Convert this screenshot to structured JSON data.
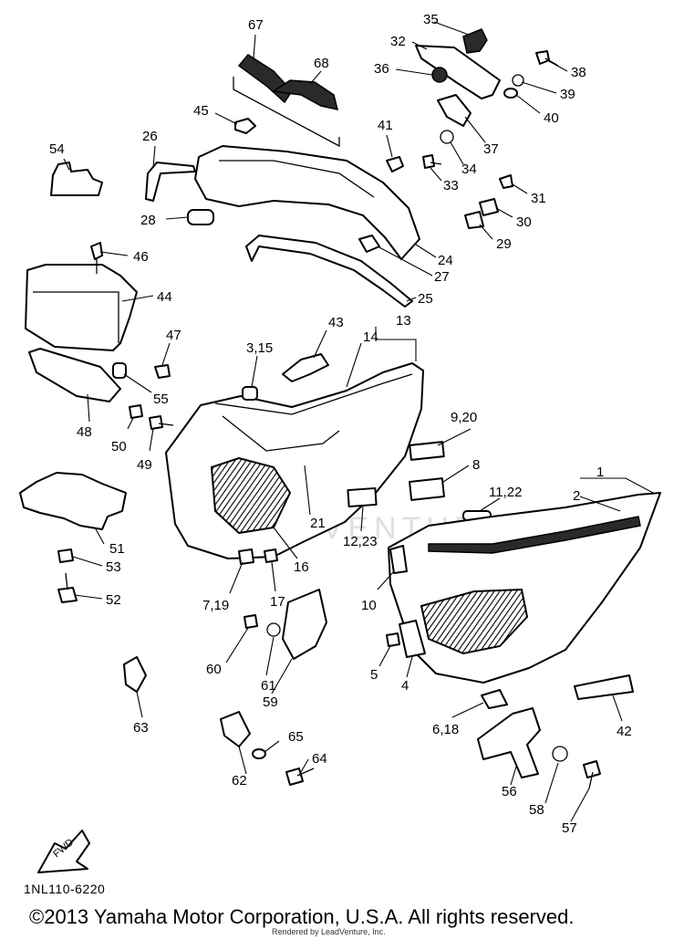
{
  "diagram": {
    "part_code": "1NL110-6220",
    "copyright": "©2013 Yamaha Motor Corporation, U.S.A. All rights reserved.",
    "credit": "Rendered by LeadVenture, Inc.",
    "watermark": "LEADVENTURE",
    "fwd_label": "FWD",
    "callouts": [
      {
        "id": "c67",
        "text": "67"
      },
      {
        "id": "c68",
        "text": "68"
      },
      {
        "id": "c45",
        "text": "45"
      },
      {
        "id": "c35",
        "text": "35"
      },
      {
        "id": "c32",
        "text": "32"
      },
      {
        "id": "c36",
        "text": "36"
      },
      {
        "id": "c38",
        "text": "38"
      },
      {
        "id": "c39",
        "text": "39"
      },
      {
        "id": "c40",
        "text": "40"
      },
      {
        "id": "c37",
        "text": "37"
      },
      {
        "id": "c34",
        "text": "34"
      },
      {
        "id": "c33",
        "text": "33"
      },
      {
        "id": "c41",
        "text": "41"
      },
      {
        "id": "c31",
        "text": "31"
      },
      {
        "id": "c30",
        "text": "30"
      },
      {
        "id": "c29",
        "text": "29"
      },
      {
        "id": "c54",
        "text": "54"
      },
      {
        "id": "c26",
        "text": "26"
      },
      {
        "id": "c28",
        "text": "28"
      },
      {
        "id": "c24",
        "text": "24"
      },
      {
        "id": "c27",
        "text": "27"
      },
      {
        "id": "c25",
        "text": "25"
      },
      {
        "id": "c46",
        "text": "46"
      },
      {
        "id": "c44",
        "text": "44"
      },
      {
        "id": "c47",
        "text": "47"
      },
      {
        "id": "c55",
        "text": "55"
      },
      {
        "id": "c48",
        "text": "48"
      },
      {
        "id": "c50",
        "text": "50"
      },
      {
        "id": "c49",
        "text": "49"
      },
      {
        "id": "c43",
        "text": "43"
      },
      {
        "id": "c13",
        "text": "13"
      },
      {
        "id": "c14",
        "text": "14"
      },
      {
        "id": "c315",
        "text": "3,15"
      },
      {
        "id": "c920",
        "text": "9,20"
      },
      {
        "id": "c8",
        "text": "8"
      },
      {
        "id": "c1122",
        "text": "11,22"
      },
      {
        "id": "c1",
        "text": "1"
      },
      {
        "id": "c2",
        "text": "2"
      },
      {
        "id": "c21",
        "text": "21"
      },
      {
        "id": "c1223",
        "text": "12,23"
      },
      {
        "id": "c16",
        "text": "16"
      },
      {
        "id": "c51",
        "text": "51"
      },
      {
        "id": "c53",
        "text": "53"
      },
      {
        "id": "c52",
        "text": "52"
      },
      {
        "id": "c719",
        "text": "7,19"
      },
      {
        "id": "c17",
        "text": "17"
      },
      {
        "id": "c10",
        "text": "10"
      },
      {
        "id": "c5",
        "text": "5"
      },
      {
        "id": "c4",
        "text": "4"
      },
      {
        "id": "c60",
        "text": "60"
      },
      {
        "id": "c61",
        "text": "61"
      },
      {
        "id": "c59",
        "text": "59"
      },
      {
        "id": "c618",
        "text": "6,18"
      },
      {
        "id": "c42",
        "text": "42"
      },
      {
        "id": "c63",
        "text": "63"
      },
      {
        "id": "c65",
        "text": "65"
      },
      {
        "id": "c64",
        "text": "64"
      },
      {
        "id": "c62",
        "text": "62"
      },
      {
        "id": "c56",
        "text": "56"
      },
      {
        "id": "c58",
        "text": "58"
      },
      {
        "id": "c57",
        "text": "57"
      }
    ]
  }
}
